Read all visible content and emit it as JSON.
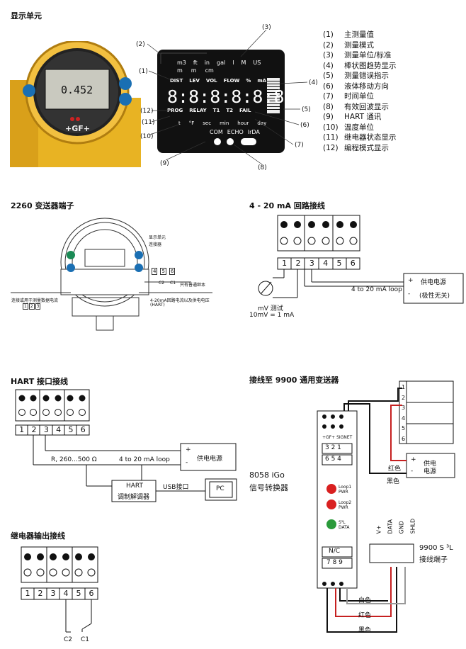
{
  "sec1": {
    "title": "显示单元",
    "callouts": [
      "(1)",
      "(2)",
      "(3)",
      "(4)",
      "(5)",
      "(6)",
      "(7)",
      "(8)",
      "(9)",
      "(10)",
      "(11)",
      "(12)"
    ],
    "photo_reading": "0.452",
    "photo_brand": "+GF+",
    "lcd": {
      "units_top": [
        "m3",
        "ft",
        "in",
        "gal",
        "l",
        "M",
        "US"
      ],
      "row2": [
        "m",
        "m",
        "cm"
      ],
      "mode_labels": [
        "DIST",
        "LEV",
        "VOL",
        "FLOW",
        "%",
        "mA"
      ],
      "digits": "8:8:8:8:8:8.",
      "status": [
        "PROG",
        "RELAY",
        "T1",
        "T2",
        "FAIL"
      ],
      "time_units": [
        "t",
        "°F",
        "sec",
        "min",
        "hour",
        "day"
      ],
      "com": [
        "COM",
        "ECHO",
        "IrDA"
      ]
    },
    "legend": [
      {
        "n": "(1)",
        "t": "主测量值"
      },
      {
        "n": "(2)",
        "t": "测量模式"
      },
      {
        "n": "(3)",
        "t": "测量单位/标准"
      },
      {
        "n": "(4)",
        "t": "棒状图趋势显示"
      },
      {
        "n": "(5)",
        "t": "测量错误指示"
      },
      {
        "n": "(6)",
        "t": "液体移动方向"
      },
      {
        "n": "(7)",
        "t": "时间单位"
      },
      {
        "n": "(8)",
        "t": "有效回波显示"
      },
      {
        "n": "(9)",
        "t": "HART 通讯"
      },
      {
        "n": "(10)",
        "t": "温度单位"
      },
      {
        "n": "(11)",
        "t": "继电器状态显示"
      },
      {
        "n": "(12)",
        "t": "编程模式显示"
      }
    ]
  },
  "sec2": {
    "title": "2260 变送器端子",
    "display_unit": "显示单元",
    "connector": "连接器",
    "terminals": [
      "4",
      "5",
      "6"
    ],
    "c_labels": [
      "C2",
      "C1"
    ],
    "relay_note": "只有普通继本",
    "left_note": "连接或用于测量数据电流",
    "bottom_note1": "4-20mA回路电流以及供电电压",
    "bottom_note2": "(HART)",
    "left_terms": [
      "1",
      "2",
      "3"
    ]
  },
  "sec3": {
    "title": "4 - 20 mA 回路接线",
    "terminals": [
      "1",
      "2",
      "3",
      "4",
      "5",
      "6"
    ],
    "meter_label": "mV 测试",
    "meter_note": "10mV = 1 mA",
    "loop_label": "4 to 20 mA loop",
    "plus": "+",
    "minus": "-",
    "psu": "供电电源",
    "polarity": "(极性无关)"
  },
  "sec4": {
    "title": "HART 接口接线",
    "terminals": [
      "1",
      "2",
      "3",
      "4",
      "5",
      "6"
    ],
    "resistor": "R, 260...500 Ω",
    "loop_label": "4 to 20 mA loop",
    "plus": "+",
    "minus": "-",
    "psu": "供电电源",
    "modem1": "HART",
    "modem2": "调制解调器",
    "usb": "USB接口",
    "pc": "PC"
  },
  "sec5": {
    "title": "继电器输出接线",
    "terminals": [
      "1",
      "2",
      "3",
      "4",
      "5",
      "6"
    ],
    "c2": "C2",
    "c1": "C1"
  },
  "sec6": {
    "title": "接线至 9900 通用变送器",
    "conv1": "8058 iGo",
    "conv2": "信号转换器",
    "brand": "+GF+ SIGNET",
    "box1": "3 2 1",
    "box2": "6 5 4",
    "loop1a": "Loop1",
    "loop1b": "PWR",
    "loop2a": "Loop2",
    "loop2b": "PWR",
    "s3l1": "S³L",
    "s3l2": "DATA",
    "nc": "N/C",
    "box3": "7 8 9",
    "red": "红色",
    "black": "黑色",
    "white": "白色",
    "plus": "+",
    "minus": "-",
    "psu1": "供电",
    "psu2": "电源",
    "terms": [
      "1",
      "2",
      "3",
      "4",
      "5",
      "6"
    ],
    "pins": [
      "V+",
      "DATA",
      "GND",
      "SHLD"
    ],
    "t9900a": "9900 S ³L",
    "t9900b": "接线端子"
  }
}
